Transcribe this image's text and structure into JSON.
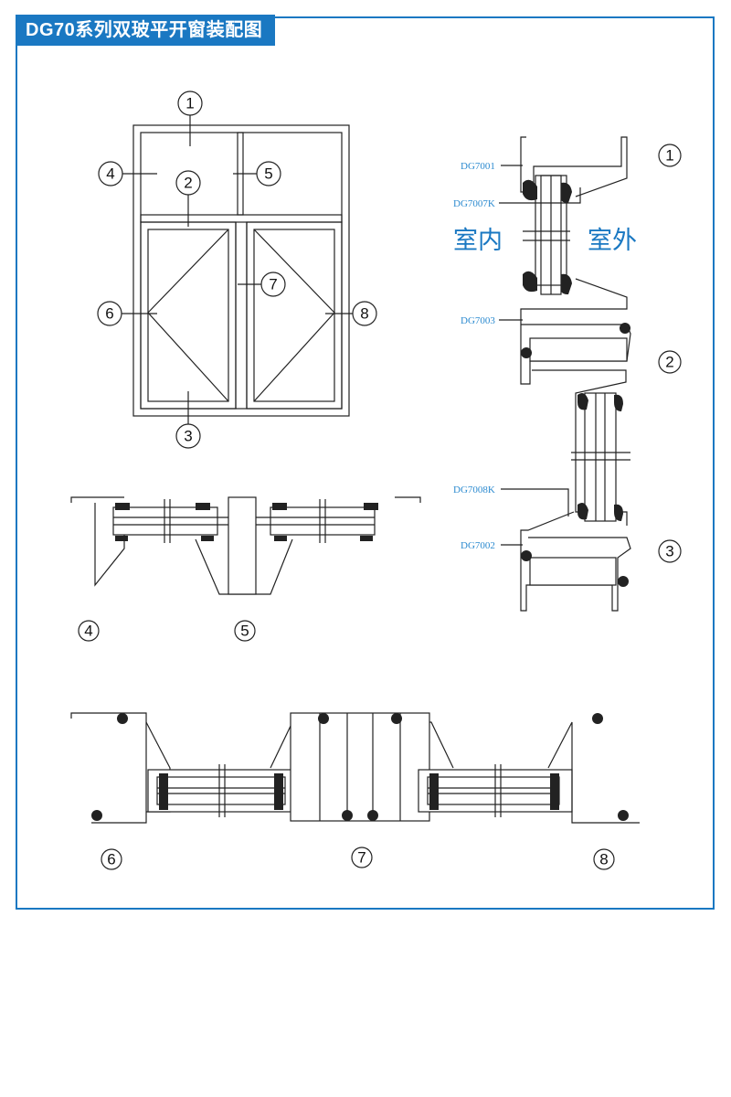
{
  "title": "DG70系列双玻平开窗装配图",
  "elevation": {
    "callouts": [
      "1",
      "2",
      "3",
      "4",
      "5",
      "6",
      "7",
      "8"
    ]
  },
  "vertical_section": {
    "callouts": [
      "1",
      "2",
      "3"
    ],
    "models": [
      "DG7001",
      "DG7007K",
      "DG7003",
      "DG7008K",
      "DG7002"
    ],
    "indoor": "室内",
    "outdoor": "室外"
  },
  "horizontal_sections": {
    "top_labels": [
      "4",
      "5"
    ],
    "bottom_labels": [
      "6",
      "7",
      "8"
    ]
  },
  "colors": {
    "accent": "#1a78c2",
    "model_text": "#2d8bd0"
  }
}
